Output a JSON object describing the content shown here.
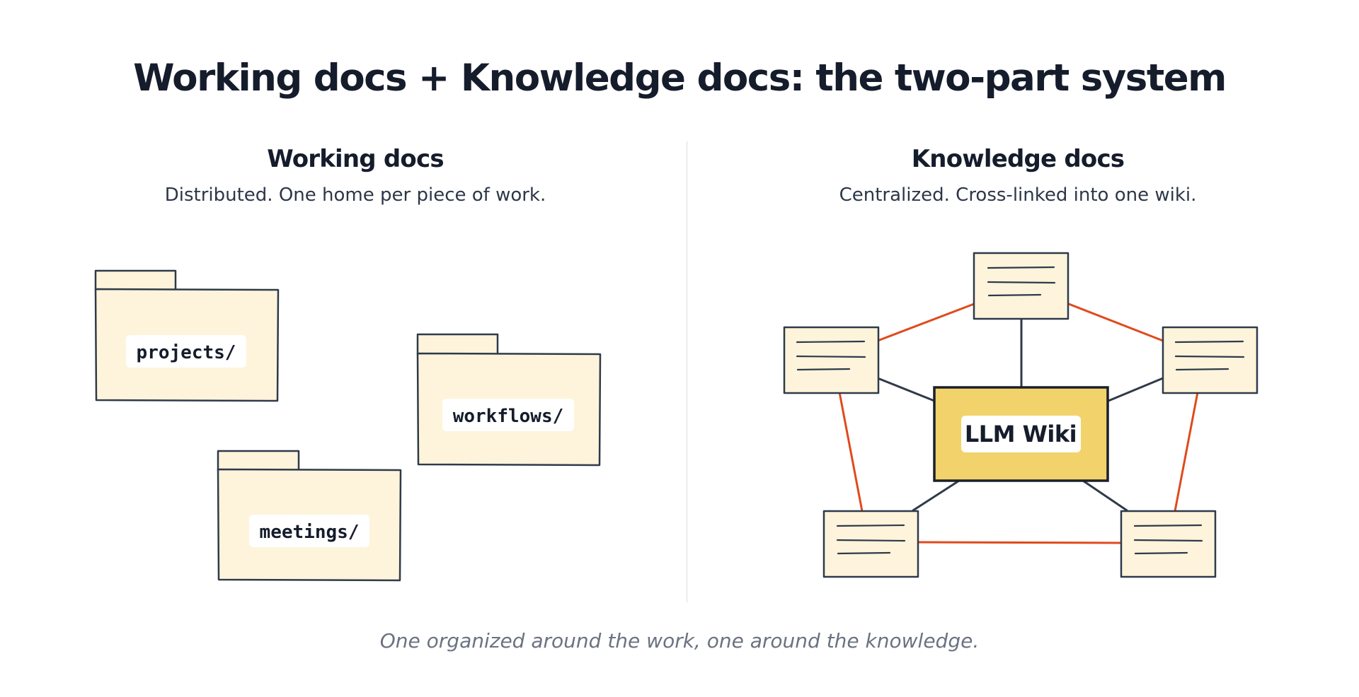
{
  "title": "Working docs + Knowledge docs: the two-part system",
  "left_section": {
    "heading": "Working docs",
    "subheading": "Distributed. One home per piece of work.",
    "folders": [
      {
        "label": "projects/"
      },
      {
        "label": "workflows/"
      },
      {
        "label": "meetings/"
      }
    ]
  },
  "right_section": {
    "heading": "Knowledge docs",
    "subheading": "Centralized. Cross-linked into one wiki.",
    "hub_label": "LLM Wiki",
    "note_count": 5
  },
  "caption": "One organized around the work, one around the knowledge.",
  "colors": {
    "folder_fill": "#fdf4db",
    "outline": "#2f3a4a",
    "hub_fill": "#f2d36b",
    "cross_link": "#e04a1c",
    "hub_link": "#2f3a4a",
    "divider": "#dcdcdc"
  }
}
